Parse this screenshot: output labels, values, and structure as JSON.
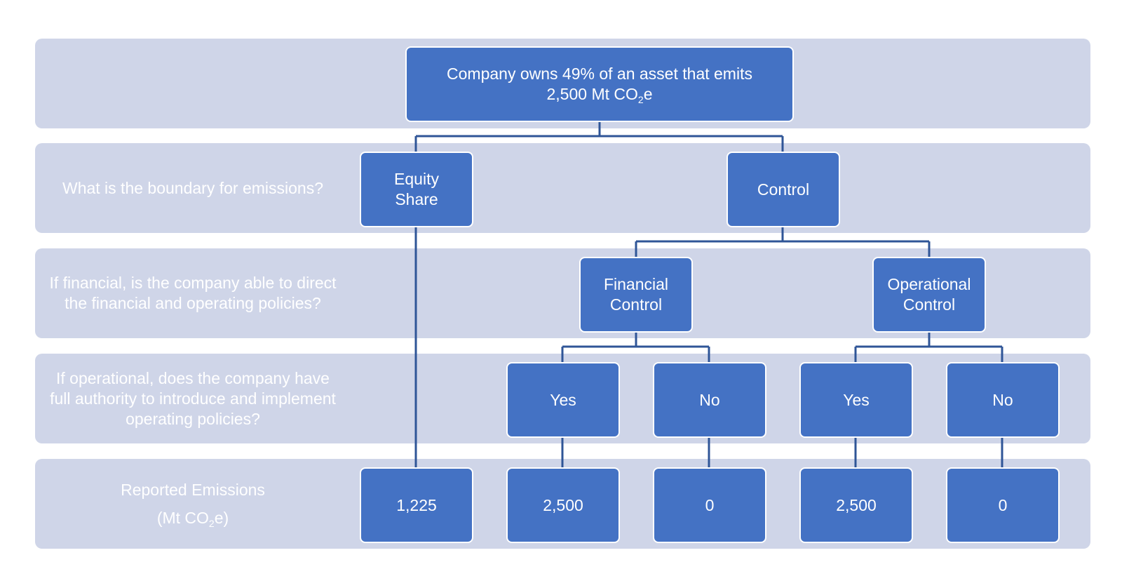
{
  "colors": {
    "band": "#cfd5e8",
    "box": "#4472c4",
    "line": "#2f5597",
    "text": "#ffffff"
  },
  "rows": {
    "boundary": "What is the boundary for emissions?",
    "financial": "If financial, is the company able to direct the financial and operating policies?",
    "operational": "If operational, does the company have full authority to introduce and implement operating policies?",
    "reported_line1": "Reported Emissions",
    "reported_prefix": "(Mt CO",
    "reported_sub": "2",
    "reported_suffix": "e)"
  },
  "root": {
    "line1": "Company owns 49% of an asset that emits",
    "line2_prefix": "2,500 Mt CO",
    "line2_sub": "2",
    "line2_suffix": "e"
  },
  "nodes": {
    "equity_share": "Equity\nShare",
    "control": "Control",
    "financial_control": "Financial\nControl",
    "operational_control": "Operational\nControl",
    "fin_yes": "Yes",
    "fin_no": "No",
    "op_yes": "Yes",
    "op_no": "No"
  },
  "results": {
    "equity": "1,225",
    "fin_yes": "2,500",
    "fin_no": "0",
    "op_yes": "2,500",
    "op_no": "0"
  }
}
